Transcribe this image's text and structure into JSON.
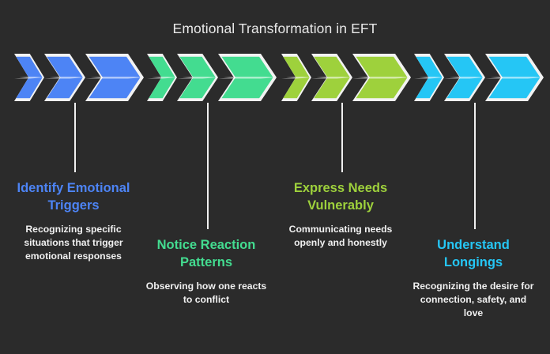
{
  "page": {
    "title": "Emotional Transformation in EFT",
    "background_color": "#2b2b2b",
    "title_color": "#e9e9e9",
    "connector_color": "#f0f0f0",
    "description_color": "#f0f0f0"
  },
  "steps": [
    {
      "heading": "Identify Emotional Triggers",
      "description": "Recognizing specific situations that trigger emotional responses",
      "color": "#4d84f5",
      "connector_length": "short",
      "text_position": "high"
    },
    {
      "heading": "Notice Reaction Patterns",
      "description": "Observing how one reacts to conflict",
      "color": "#43dc90",
      "connector_length": "long",
      "text_position": "low"
    },
    {
      "heading": "Express Needs Vulnerably",
      "description": "Communicating needs openly and honestly",
      "color": "#9ed13c",
      "connector_length": "short",
      "text_position": "high"
    },
    {
      "heading": "Understand Longings",
      "description": "Recognizing the desire for connection, safety, and love",
      "color": "#25c6f5",
      "connector_length": "long",
      "text_position": "low"
    }
  ]
}
